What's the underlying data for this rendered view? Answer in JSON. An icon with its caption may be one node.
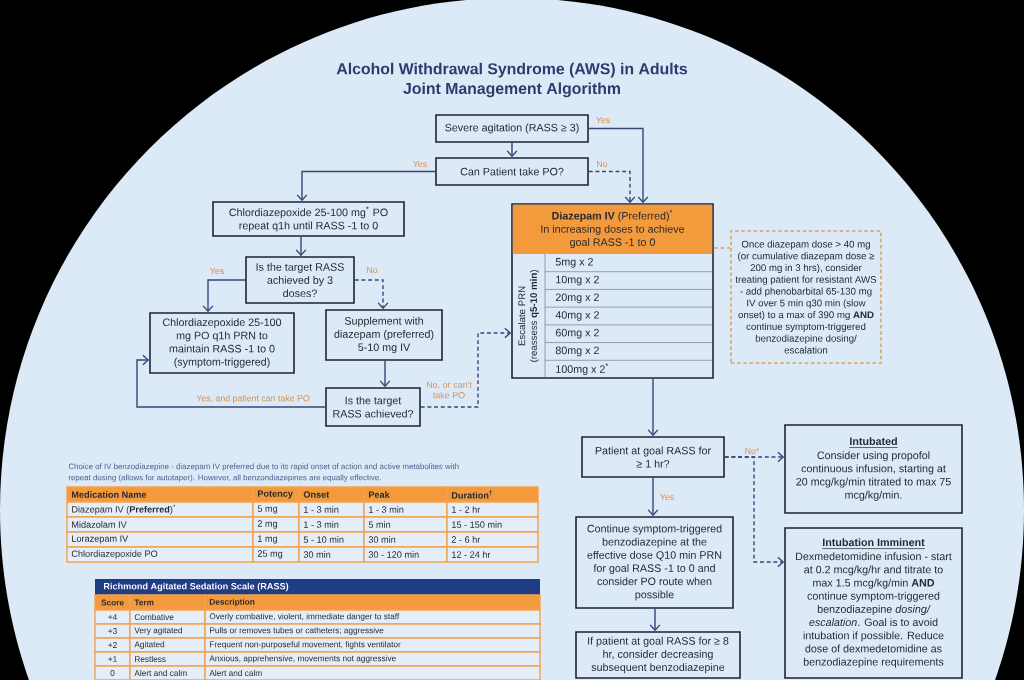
{
  "diagram": {
    "title": "Alcohol Withdrawal Syndrome (AWS) in Adults Joint Management Algorithm",
    "nodes": [
      {
        "text": [
          "Severe agitation (RASS ≥ 3)"
        ]
      },
      {
        "text": [
          "Can Patient take PO?"
        ]
      },
      {
        "text": [
          "Chlordiazepoxide 25-100 mg$^{*}$ PO repeat q1h until RASS -1 to 0"
        ]
      },
      {
        "text": [
          "Is the target RASS achieved by 3 doses?"
        ]
      },
      {
        "text": [
          "Chlordiazepoxide 25-100 mg PO q1h PRN to maintain RASS -1 to 0 (symptom-triggered)"
        ]
      },
      {
        "text": [
          "Supplement with diazepam (preferred) 5-10 mg IV"
        ]
      },
      {
        "text": [
          "Is the target RASS achieved?"
        ]
      },
      {
        "text": [
          "**Diazepam IV** (Preferred)$^{*}$",
          "In increasing doses to achieve goal RASS -1 to 0",
          "Escalate PRN (reassess **q5-10 min**)",
          "5mg x 2",
          "10mg x 2",
          "20mg x 2",
          "40mg x 2",
          "60mg x 2",
          "80mg x 2",
          "100mg x 2$^{*}$"
        ]
      },
      {
        "text": [
          "Once diazepam dose > 40 mg (or cumulative diazepam dose ≥ 200 mg in 3 hrs), consider treating patient for resistant AWS - add phenobarbital 65-130 mg IV over 5 min q30 min (slow onset) to a max of 390 mg **AND** continue symptom-triggered benzodiazepine dosing/ escalation"
        ]
      },
      {
        "text": [
          "Patient at goal RASS for ≥ 1 hr?"
        ]
      },
      {
        "text": [
          "Intubated",
          "Consider using propofol continuous infusion, starting at 20 mcg/kg/min titrated to max 75 mcg/kg/min."
        ]
      },
      {
        "text": [
          "Continue symptom-triggered benzodiazepine at the effective dose Q10 min PRN for goal RASS -1 to 0 and consider PO route when possible"
        ]
      },
      {
        "text": [
          "Intubation Imminent",
          "Dexmedetomidine infusion - start at 0.2 mcg/kg/hr and titrate to max 1.5 mcg/kg/min **AND** continue symptom-triggered benzodiazepine *dosing/ escalation*. Goal is to avoid intubation if possible. Reduce dose of dexmedetomidine as benzodiazepine requirements"
        ]
      },
      {
        "text": [
          "If patient at goal RASS for ≥ 8 hr, consider decreasing subsequent benzodiazepine"
        ]
      }
    ],
    "edges": [
      {
        "from": 0,
        "to": 7,
        "arrow": "to",
        "label": "Yes"
      },
      {
        "from": 0,
        "to": 1,
        "arrow": "to"
      },
      {
        "from": 1,
        "to": 2,
        "arrow": "to",
        "label": "Yes"
      },
      {
        "from": 1,
        "to": 7,
        "arrow": "to",
        "label": "No",
        "style": "dashed"
      },
      {
        "from": 2,
        "to": 3,
        "arrow": "to"
      },
      {
        "from": 3,
        "to": 4,
        "arrow": "to",
        "label": "Yes"
      },
      {
        "from": 3,
        "to": 5,
        "arrow": "to",
        "label": "No",
        "style": "dashed"
      },
      {
        "from": 5,
        "to": 6,
        "arrow": "to"
      },
      {
        "from": 6,
        "to": 4,
        "arrow": "to",
        "label": "Yes, and patient can take PO"
      },
      {
        "from": 6,
        "to": 7,
        "arrow": "to",
        "label": "No, or can't take PO",
        "style": "dashed"
      },
      {
        "from": 7,
        "to": 8,
        "arrow": "none",
        "style": "dashed",
        "color": "#d9a35b"
      },
      {
        "from": 7,
        "to": 9,
        "arrow": "to"
      },
      {
        "from": 9,
        "to": 10,
        "arrow": "to",
        "label": "No*",
        "style": "dashed"
      },
      {
        "from": 9,
        "to": 12,
        "arrow": "to",
        "style": "dashed"
      },
      {
        "from": 9,
        "to": 11,
        "arrow": "to",
        "label": "Yes"
      },
      {
        "from": 11,
        "to": 13,
        "arrow": "to"
      }
    ],
    "labels": [
      "Choice of IV benzodiazepine - diazepam IV preferred due to its rapid onset of action and active metabolites with repeat dosing (allows for autotaper). However, all benzondiazepines are equally effective.",
      "Medication Name",
      "Potency",
      "Onset",
      "Peak",
      "Duration$^{†}$",
      "Diazepam IV (**Preferred**)$^{*}$",
      "5 mg",
      "1 - 3 min",
      "1 - 3 min",
      "1 - 2 hr",
      "Midazolam IV",
      "2 mg",
      "1 - 3 min",
      "5 min",
      "15 - 150 min",
      "Lorazepam IV",
      "1 mg",
      "5 - 10 min",
      "30 min",
      "2 - 6 hr",
      "Chlordiazepoxide PO",
      "25 mg",
      "30 min",
      "30 - 120 min",
      "12 - 24 hr",
      "Richmond Agitated Sedation Scale (RASS)",
      "Score",
      "Term",
      "Description",
      "+4",
      "Combative",
      "Overly combative, violent, immediate danger to staff",
      "+3",
      "Very agitated",
      "Pulls or removes tubes or catheters; aggressive",
      "+2",
      "Agitated",
      "Frequent non-purposeful movement, fights ventilator",
      "+1",
      "Restless",
      "Anxious, apprehensive, movements not aggressive",
      "0",
      "Alert and calm",
      "Alert and calm"
    ]
  }
}
